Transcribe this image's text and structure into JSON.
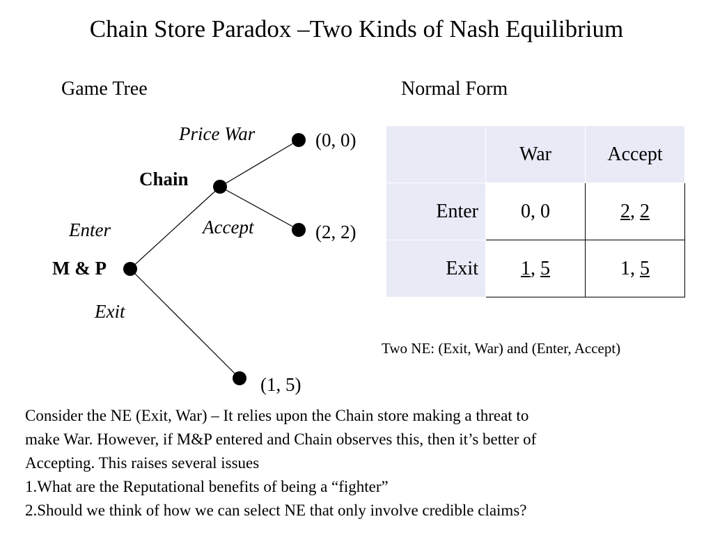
{
  "title": "Chain Store Paradox –Two Kinds of Nash Equilibrium",
  "game_tree": {
    "heading": "Game Tree",
    "players": {
      "entrant": "M & P",
      "incumbent": "Chain"
    },
    "moves": {
      "enter": "Enter",
      "exit": "Exit",
      "price_war": "Price War",
      "accept": "Accept"
    },
    "payoffs": {
      "war": "(0, 0)",
      "accept": "(2, 2)",
      "exit": "(1, 5)"
    }
  },
  "normal_form": {
    "heading": "Normal Form",
    "columns": [
      "War",
      "Accept"
    ],
    "rows": [
      {
        "label": "Enter",
        "cells": [
          {
            "a": "0",
            "b": "0",
            "au": false,
            "bu": false
          },
          {
            "a": "2",
            "b": "2",
            "au": true,
            "bu": true
          }
        ]
      },
      {
        "label": "Exit",
        "cells": [
          {
            "a": "1",
            "b": "5",
            "au": true,
            "bu": true
          },
          {
            "a": "1",
            "b": "5",
            "au": false,
            "bu": true
          }
        ]
      }
    ]
  },
  "ne_summary": "Two NE: (Exit, War) and (Enter, Accept)",
  "discussion": [
    "Consider the NE (Exit, War) – It relies upon the Chain store making a threat to",
    "make War. However, if M&P entered and Chain observes this, then it’s better of",
    "Accepting. This raises several issues",
    "1.What are the Reputational benefits of being a “fighter”",
    "2.Should we think of how we can select NE that only involve credible claims?"
  ]
}
